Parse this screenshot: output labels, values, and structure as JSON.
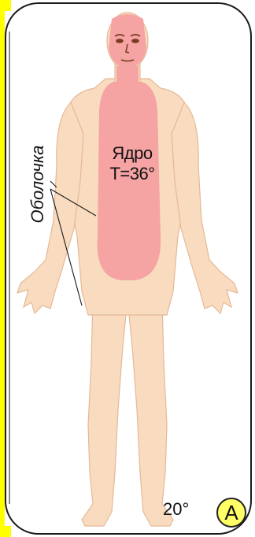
{
  "labels": {
    "core_line1": "Ядро",
    "core_line2": "T=36°",
    "shell": "Оболочка",
    "ambient_temp": "20°",
    "badge": "A"
  },
  "colors": {
    "frame_accent": "#ffff00",
    "skin": "#f9dcbf",
    "skin_outline": "#e5b896",
    "core": "#f5a3a3",
    "badge": "#ffff66"
  }
}
